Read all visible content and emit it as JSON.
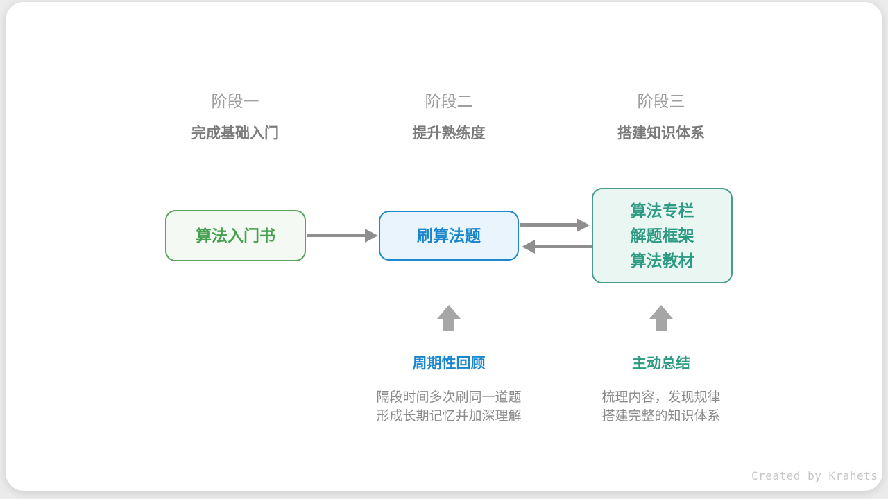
{
  "colors": {
    "page_background": "#ebebeb",
    "card_background": "#ffffff",
    "stage_label": "#9e9e9e",
    "stage_subtitle": "#7b7b7b",
    "connector_arrow": "#8f8f8f",
    "block_up_arrow": "#a6a6a6",
    "description_text": "#8a8a8a",
    "credit_text_color": "#c6c6c6",
    "green_node": {
      "text": "#46a04f",
      "border": "#5aa35d",
      "background": "#f4faf3"
    },
    "blue_node": {
      "text": "#1a86cc",
      "border": "#1d88d1",
      "background": "#e9f4fc"
    },
    "teal_node": {
      "text": "#2d9b83",
      "border": "#489c8c",
      "background": "#eaf6f1"
    }
  },
  "stages": [
    {
      "label": "阶段一",
      "subtitle": "完成基础入门"
    },
    {
      "label": "阶段二",
      "subtitle": "提升熟练度"
    },
    {
      "label": "阶段三",
      "subtitle": "搭建知识体系"
    }
  ],
  "nodes": [
    {
      "id": "intro-book",
      "lines": [
        "算法入门书"
      ]
    },
    {
      "id": "practice-problems",
      "lines": [
        "刷算法题"
      ]
    },
    {
      "id": "knowledge-resources",
      "lines": [
        "算法专栏",
        "解题框架",
        "算法教材"
      ]
    }
  ],
  "icons": {
    "arrow_right": "right-arrow",
    "arrow_left": "left-arrow",
    "arrow_up": "block-up-arrow"
  },
  "annotations": [
    {
      "title": "周期性回顾",
      "lines": [
        "隔段时间多次刷同一道题",
        "形成长期记忆并加深理解"
      ]
    },
    {
      "title": "主动总结",
      "lines": [
        "梳理内容，发现规律",
        "搭建完整的知识体系"
      ]
    }
  ],
  "credit": "Created by Krahets"
}
